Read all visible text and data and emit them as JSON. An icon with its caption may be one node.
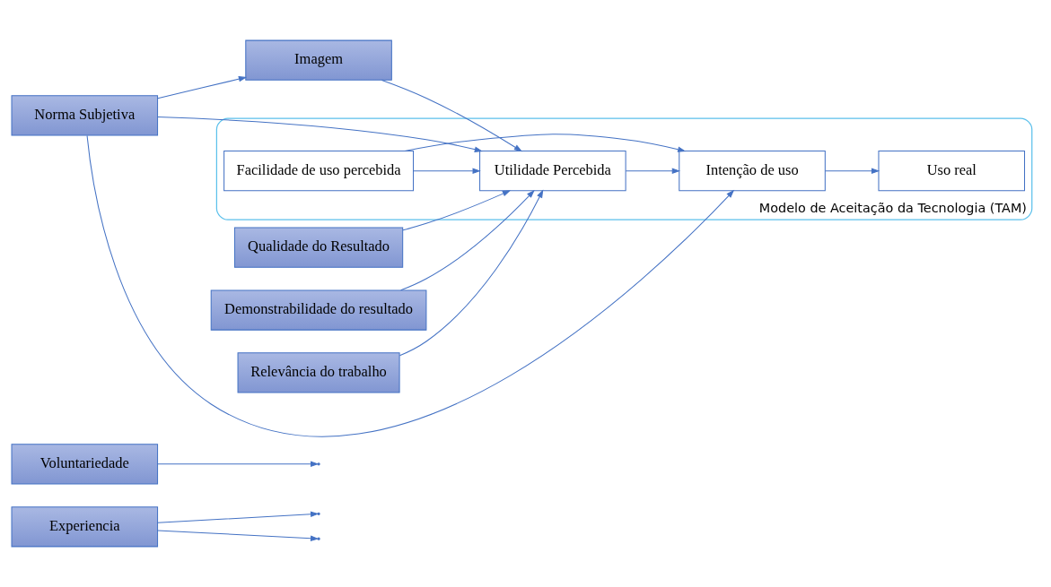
{
  "diagram": {
    "nodes": [
      {
        "text": [
          "Experiencia"
        ]
      },
      {
        "text": [
          "Voluntariedade"
        ]
      },
      {
        "text": [
          "Norma Subjetiva"
        ]
      },
      {
        "text": [
          "Imagem"
        ]
      },
      {
        "text": [
          "Relevância do trabalho"
        ]
      },
      {
        "text": [
          "Qualidade do Resultado"
        ]
      },
      {
        "text": [
          "Demonstrabilidade do resultado"
        ]
      },
      {
        "text": [
          "Modelo de Aceitação da Tecnologia (TAM)"
        ]
      },
      {
        "text": [
          "Utilidade Percebida"
        ],
        "in": 7
      },
      {
        "text": [
          "Facilidade de uso percebida"
        ],
        "in": 7
      },
      {
        "text": [
          "Intenção de uso"
        ],
        "in": 7
      },
      {
        "text": [
          "Uso real"
        ],
        "in": 7
      }
    ],
    "edges": [
      {
        "from": 2,
        "to": 3,
        "arrow": "to"
      },
      {
        "from": 2,
        "to": 8,
        "arrow": "to"
      },
      {
        "from": 2,
        "to": 10,
        "arrow": "to"
      },
      {
        "from": 0,
        "to": null,
        "arrow": "to"
      },
      {
        "from": 0,
        "to": null,
        "arrow": "to"
      },
      {
        "from": 1,
        "to": null,
        "arrow": "to"
      },
      {
        "from": 3,
        "to": 8,
        "arrow": "to"
      },
      {
        "from": 4,
        "to": 8,
        "arrow": "to"
      },
      {
        "from": 5,
        "to": 8,
        "arrow": "to"
      },
      {
        "from": 6,
        "to": 8,
        "arrow": "to"
      },
      {
        "from": 9,
        "to": 8,
        "arrow": "to"
      },
      {
        "from": 8,
        "to": 10,
        "arrow": "to"
      },
      {
        "from": 9,
        "to": 10,
        "arrow": "to"
      },
      {
        "from": 10,
        "to": 11,
        "arrow": "to"
      }
    ]
  }
}
